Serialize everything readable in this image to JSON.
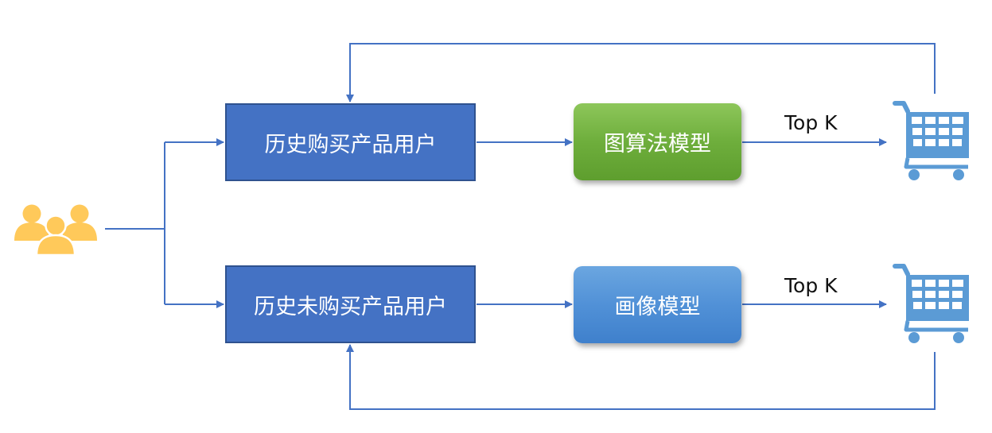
{
  "diagram": {
    "users_icon": "users-group-icon",
    "cart_icon": "shopping-cart-icon",
    "nodes": {
      "purchased_users": "历史购买产品用户",
      "non_purchased_users": "历史未购买产品用户",
      "graph_model": "图算法模型",
      "image_model": "画像模型"
    },
    "edge_labels": {
      "top_k_upper": "Top K",
      "top_k_lower": "Top K"
    }
  },
  "colors": {
    "user_box": "#4472c4",
    "graph_model": "#70ad47",
    "image_model": "#5b9bd5",
    "arrow": "#4472c4",
    "users_icon": "#ffc95a",
    "cart_icon": "#5b9bd5"
  }
}
